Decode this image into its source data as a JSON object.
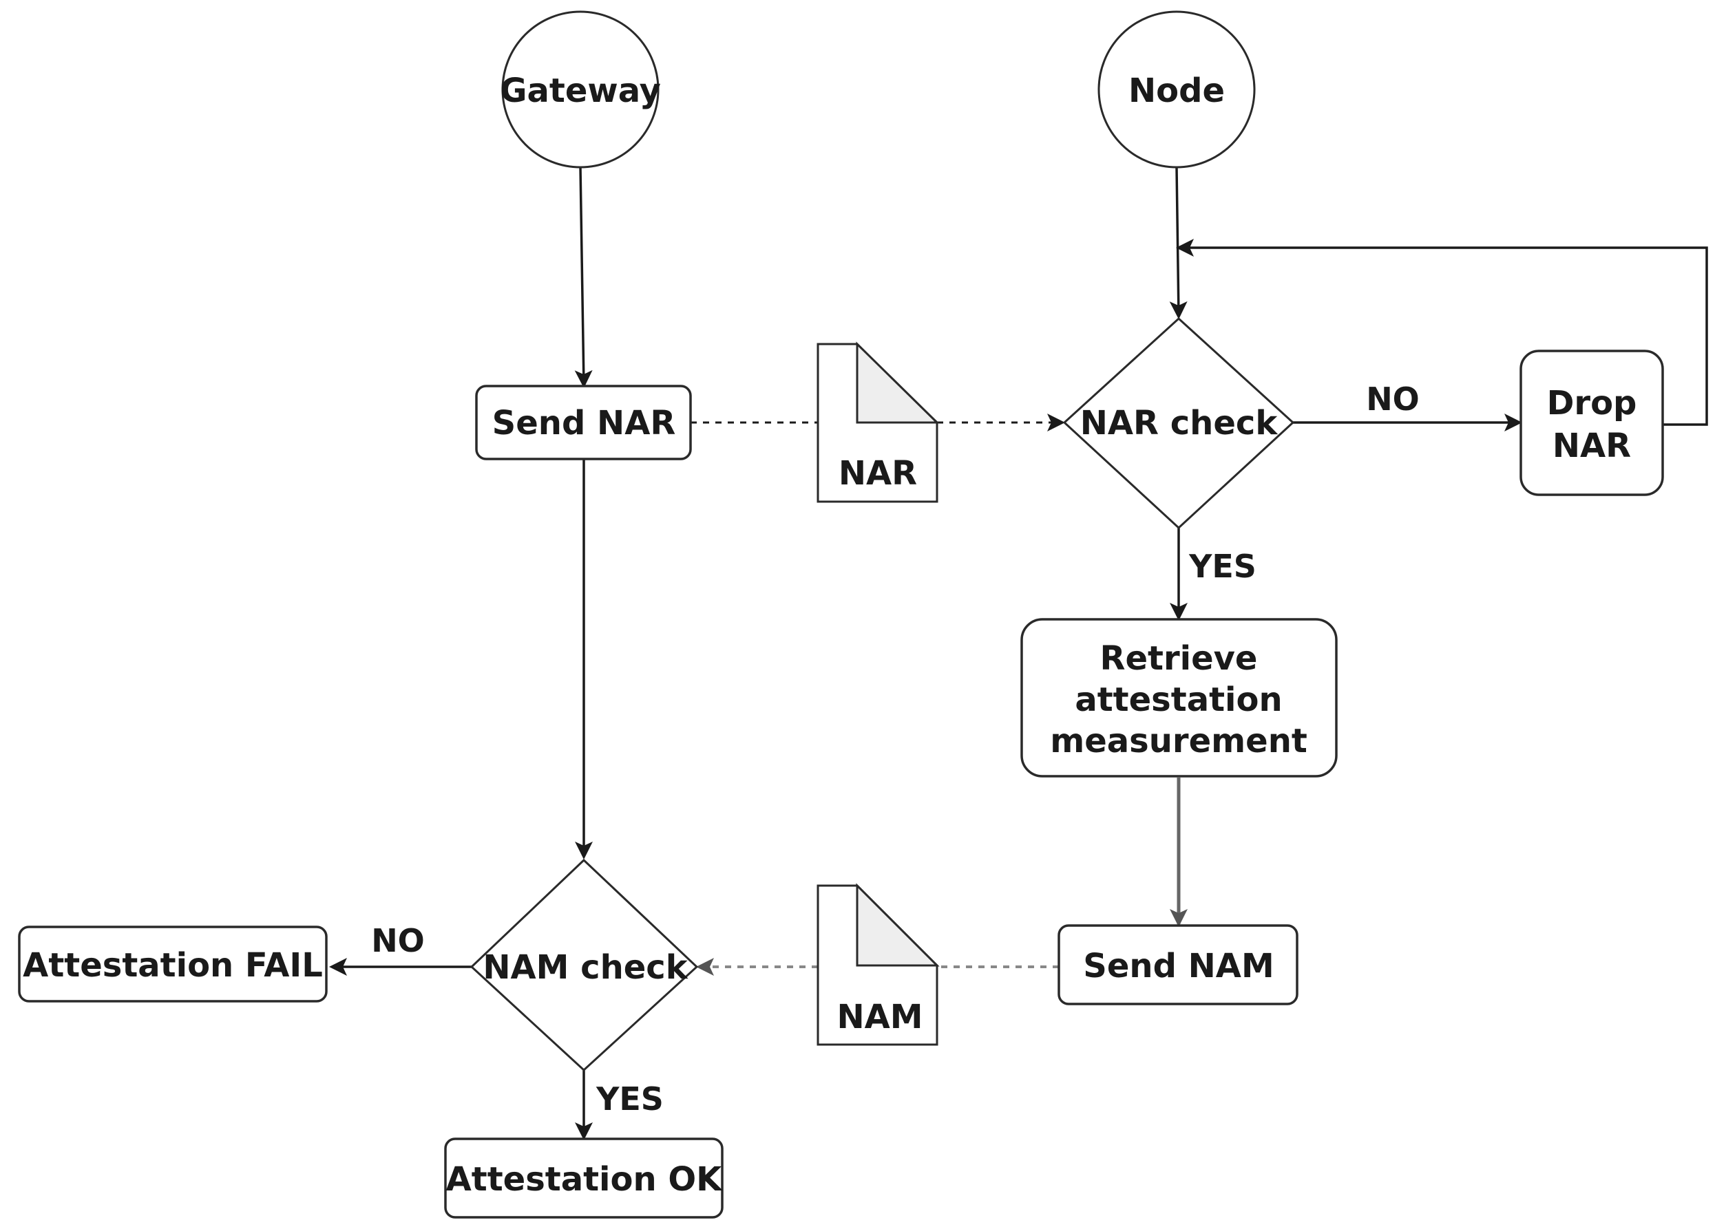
{
  "nodes": {
    "gateway": "Gateway",
    "node": "Node",
    "send_nar": "Send NAR",
    "nar_doc": "NAR",
    "nar_check": "NAR check",
    "drop_nar": [
      "Drop",
      "NAR"
    ],
    "retrieve": [
      "Retrieve",
      "attestation",
      "measurement"
    ],
    "send_nam": "Send NAM",
    "nam_doc": "NAM",
    "nam_check": "NAM check",
    "fail": "Attestation FAIL",
    "ok": "Attestation OK"
  },
  "edges": {
    "nar_no": "NO",
    "nar_yes": "YES",
    "nam_no": "NO",
    "nam_yes": "YES"
  },
  "colors": {
    "stroke": "#2a2a2a",
    "fold_fill": "#eeeeee",
    "grey_edge": "#666666"
  }
}
